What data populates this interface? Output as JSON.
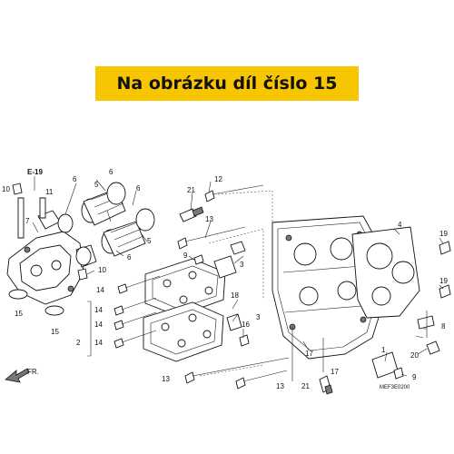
{
  "banner": {
    "text": "Na obrázku díl číslo 15"
  },
  "section_ref": "E-19",
  "diagram_code": "MEF3E0200",
  "direction_label": "FR.",
  "callouts": {
    "c1": "1",
    "c2": "2",
    "c3a": "3",
    "c3b": "3",
    "c4": "4",
    "c5a": "5",
    "c5b": "5",
    "c6a": "6",
    "c6b": "6",
    "c6c": "6",
    "c6d": "6",
    "c7": "7",
    "c8": "8",
    "c9a": "9",
    "c9b": "9",
    "c10a": "10",
    "c10b": "10",
    "c11": "11",
    "c12": "12",
    "c13a": "13",
    "c13b": "13",
    "c13c": "13",
    "c14a": "14",
    "c14b": "14",
    "c14c": "14",
    "c14d": "14",
    "c15a": "15",
    "c15b": "15",
    "c16": "16",
    "c17a": "17",
    "c17b": "17",
    "c18": "18",
    "c19a": "19",
    "c19b": "19",
    "c20": "20",
    "c21a": "21",
    "c21b": "21"
  }
}
